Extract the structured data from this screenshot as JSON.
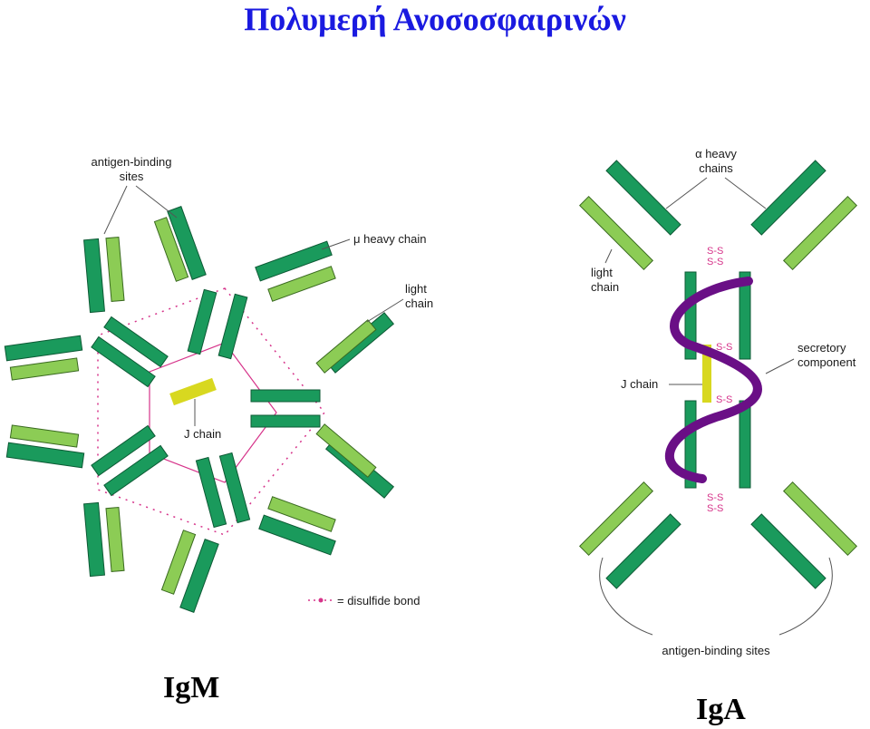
{
  "title": "Πολυμερή Ανοσοσφαιρινών",
  "colors": {
    "heavy_chain": "#1a9a5c",
    "light_chain": "#8ccc55",
    "j_chain": "#d8d820",
    "secretory_component": "#6a0f86",
    "disulfide": "#d6338a",
    "title": "#1a1ae0"
  },
  "igm": {
    "caption": "IgM",
    "labels": {
      "antigen_binding_l1": "antigen-binding",
      "antigen_binding_l2": "sites",
      "heavy_chain": "μ heavy chain",
      "light_l1": "light",
      "light_l2": "chain",
      "j_chain": "J chain",
      "legend": "= disulfide bond"
    }
  },
  "iga": {
    "caption": "IgA",
    "labels": {
      "heavy_l1": "α heavy",
      "heavy_l2": "chains",
      "light_l1": "light",
      "light_l2": "chain",
      "secretory_l1": "secretory",
      "secretory_l2": "component",
      "j_chain": "J chain",
      "antigen_binding": "antigen-binding sites",
      "ss": "S-S"
    }
  }
}
